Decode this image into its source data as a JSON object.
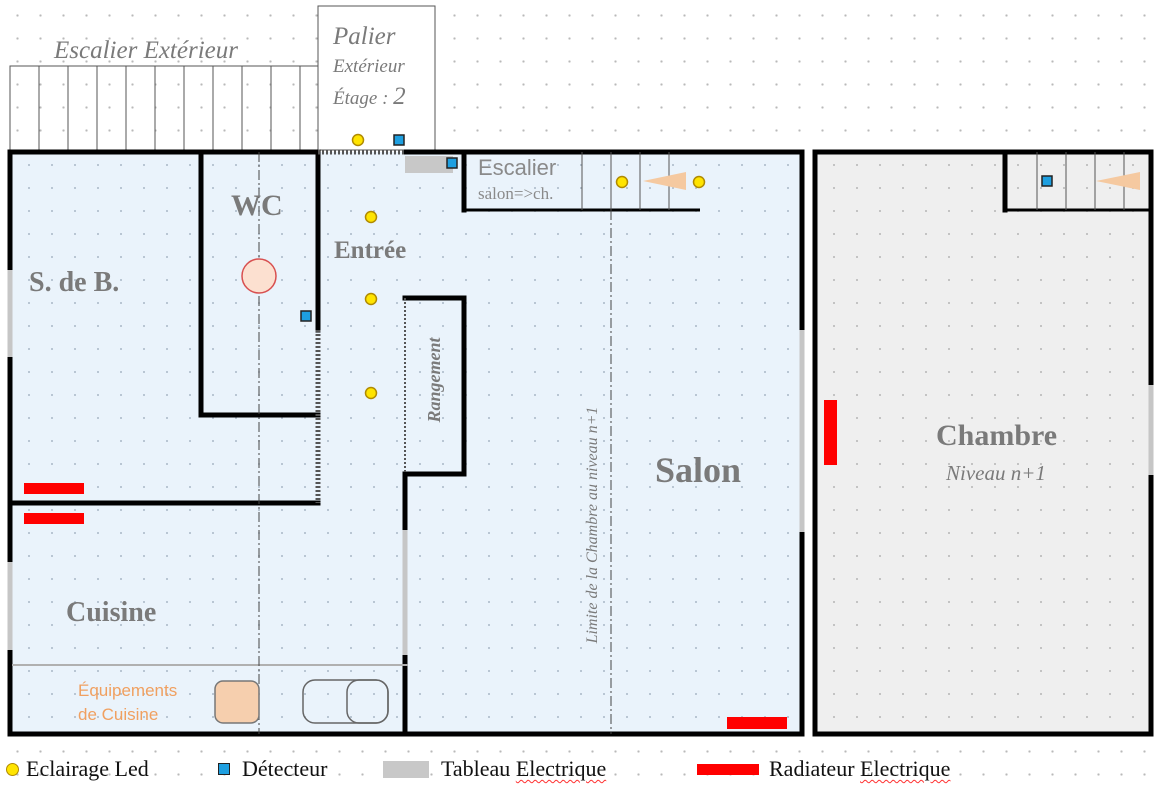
{
  "labels": {
    "escalier_exterieur": "Escalier Extérieur",
    "palier": "Palier",
    "palier_exterieur": "Extérieur",
    "etage_prefix": "Étage :",
    "etage_num": "2",
    "escalier": "Escalier",
    "escalier_sub": "salon=>ch.",
    "wc": "WC",
    "entree": "Entrée",
    "sdb": "S. de B.",
    "rangement": "Rangement",
    "salon": "Salon",
    "limite": "Limite de la Chambre au niveau n+1",
    "cuisine": "Cuisine",
    "equipements_line1": "Équipements",
    "equipements_line2": "de Cuisine",
    "chambre": "Chambre",
    "chambre_niveau": "Niveau n+1"
  },
  "legend": {
    "led": "Eclairage Led",
    "detecteur": "Détecteur",
    "tableau_prefix": "Tableau ",
    "tableau_word": "Electrique",
    "radiateur_prefix": "Radiateur ",
    "radiateur_word": "Electrique"
  },
  "colors": {
    "wall": "#000000",
    "floor": "#eaf3fb",
    "chambre_floor": "#efefef",
    "led": "#ffe400",
    "detector": "#1e9fe0",
    "radiator": "#ff0000",
    "panel": "#c8c8c8",
    "stair_arrow": "#f5c9a0",
    "equipment_label": "#f0a060"
  }
}
